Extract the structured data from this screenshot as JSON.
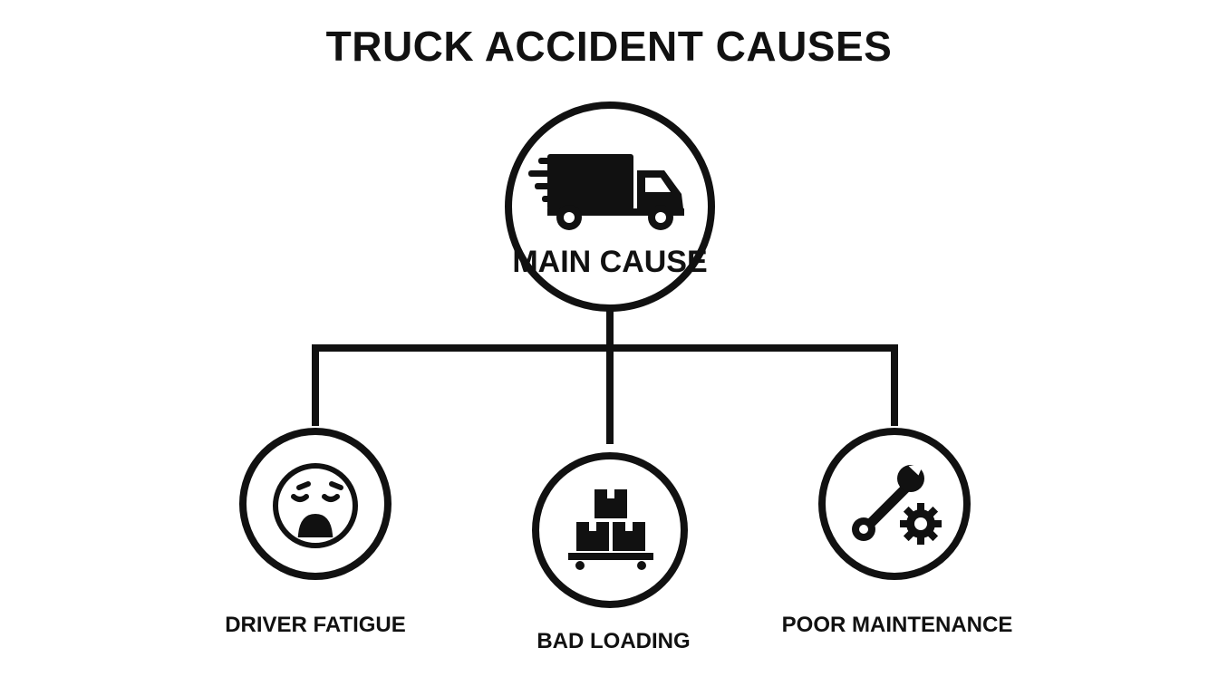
{
  "title": "TRUCK ACCIDENT CAUSES",
  "root": {
    "label": "MAIN CAUSE",
    "icon": "truck-icon"
  },
  "children": [
    {
      "label": "DRIVER FATIGUE",
      "icon": "tired-face-icon"
    },
    {
      "label": "BAD LOADING",
      "icon": "stacked-boxes-pallet-icon"
    },
    {
      "label": "POOR MAINTENANCE",
      "icon": "wrench-gear-icon"
    }
  ],
  "colors": {
    "ink": "#111111",
    "background": "#ffffff"
  }
}
